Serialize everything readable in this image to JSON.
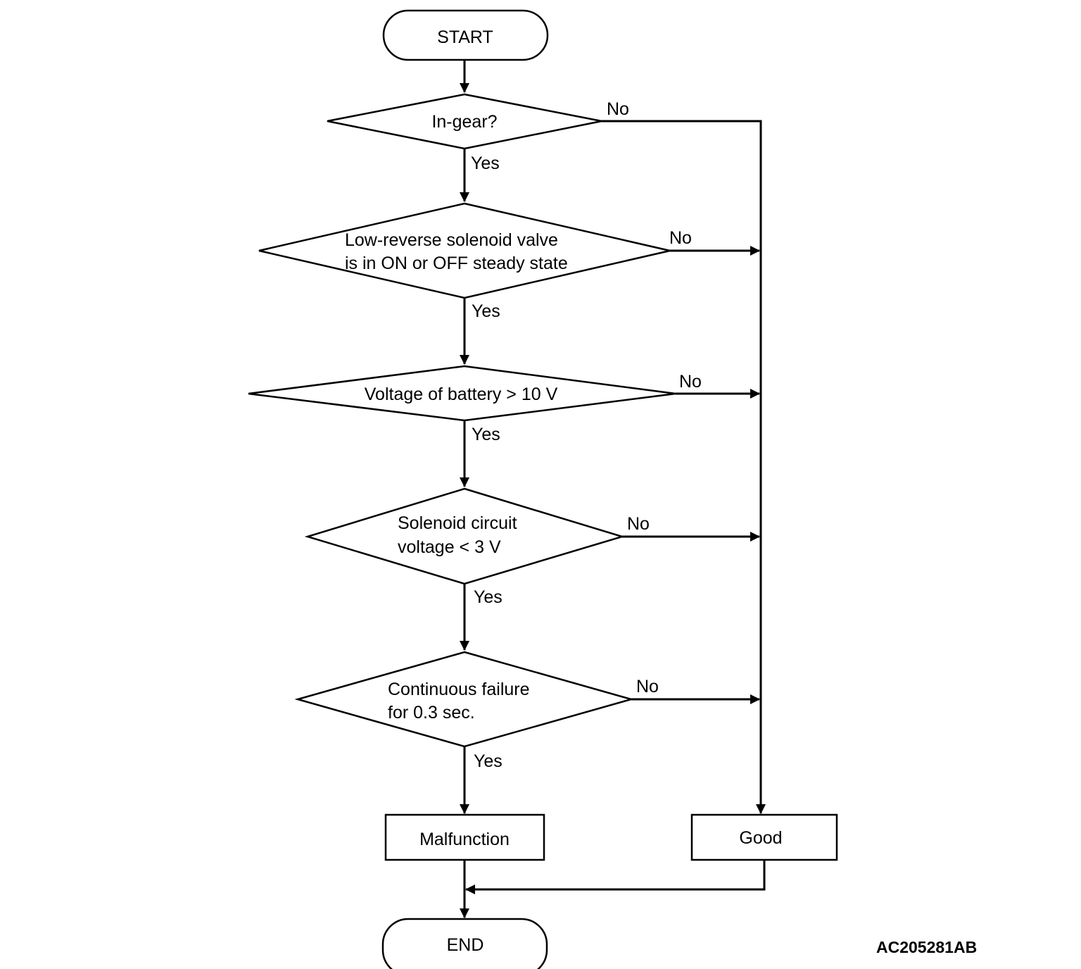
{
  "flowchart": {
    "start": "START",
    "end": "END",
    "decisions": [
      {
        "lines": [
          "In-gear?"
        ],
        "yes": "Yes",
        "no": "No"
      },
      {
        "lines": [
          "Low-reverse solenoid valve",
          "is in ON or OFF steady state"
        ],
        "yes": "Yes",
        "no": "No"
      },
      {
        "lines": [
          "Voltage of battery > 10 V"
        ],
        "yes": "Yes",
        "no": "No"
      },
      {
        "lines": [
          "Solenoid circuit",
          "voltage < 3 V"
        ],
        "yes": "Yes",
        "no": "No"
      },
      {
        "lines": [
          "Continuous failure",
          "for 0.3 sec."
        ],
        "yes": "Yes",
        "no": "No"
      }
    ],
    "malfunction": "Malfunction",
    "good": "Good"
  },
  "figure_code": "AC205281AB",
  "colors": {
    "line": "#000000",
    "background": "#ffffff"
  }
}
